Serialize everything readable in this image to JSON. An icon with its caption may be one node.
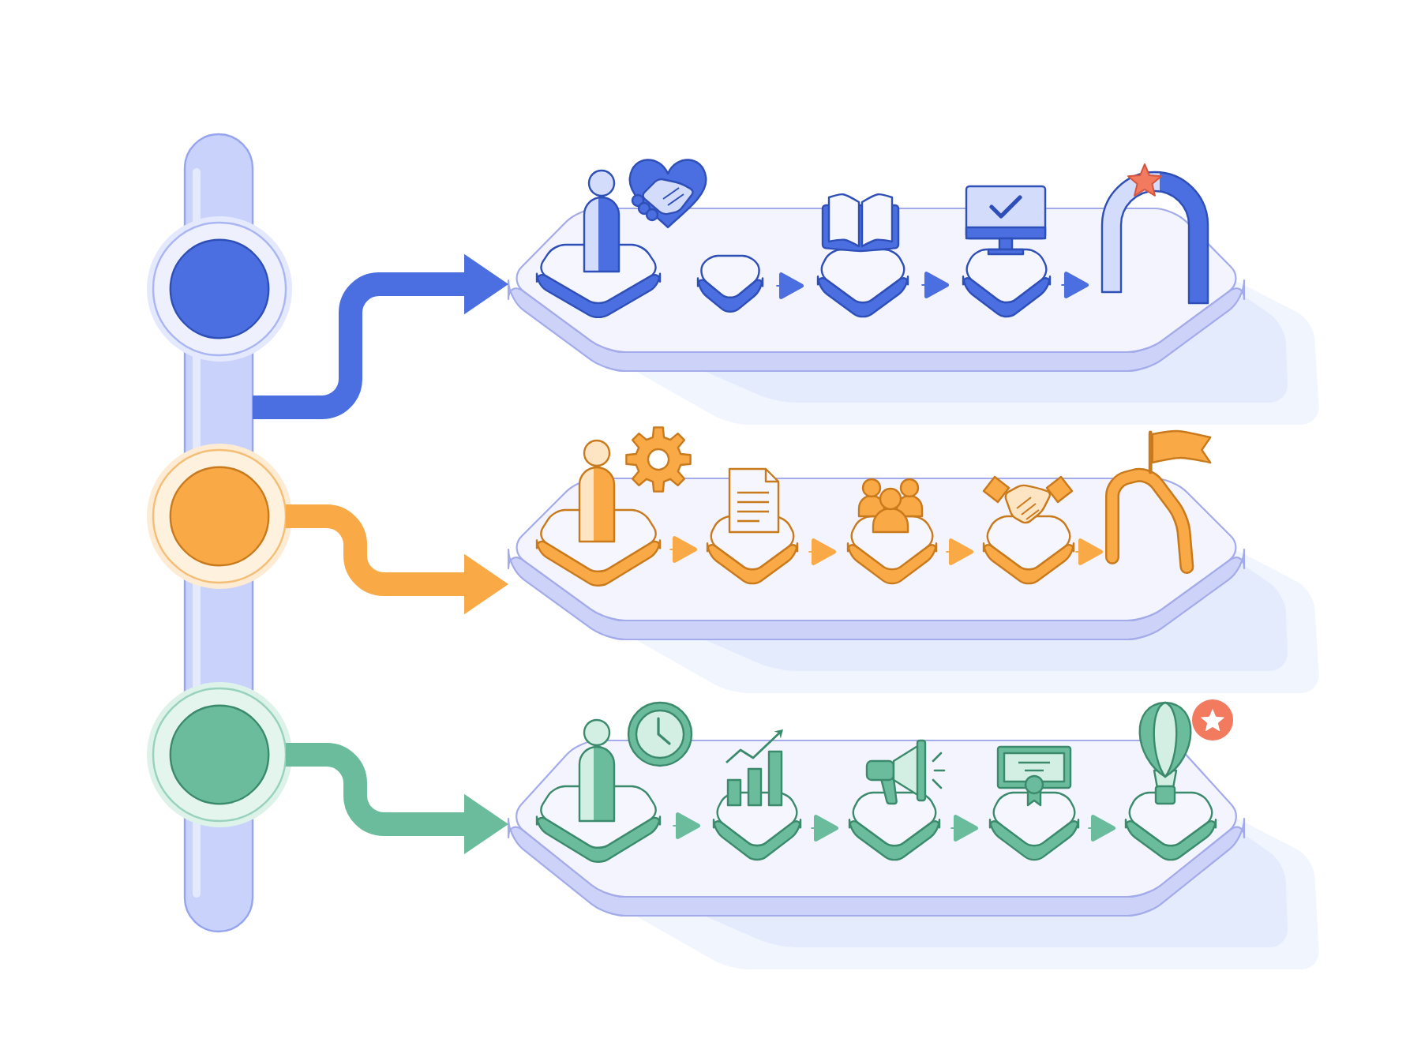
{
  "diagram": {
    "nodes": [
      {
        "text": [],
        "shape": "bar"
      },
      {
        "text": [],
        "shape": "circle"
      },
      {
        "text": [],
        "shape": "circle"
      },
      {
        "text": [],
        "shape": "circle"
      },
      {
        "text": [],
        "shape": "box"
      },
      {
        "text": [],
        "shape": "box",
        "in": 4
      },
      {
        "text": [],
        "shape": "box",
        "in": 4
      },
      {
        "text": [],
        "shape": "box",
        "in": 4
      },
      {
        "text": [],
        "shape": "box",
        "in": 4
      },
      {
        "text": [],
        "shape": "picture"
      },
      {
        "text": [],
        "shape": "box"
      },
      {
        "text": [],
        "shape": "box",
        "in": 10
      },
      {
        "text": [],
        "shape": "box",
        "in": 10
      },
      {
        "text": [],
        "shape": "box",
        "in": 10
      },
      {
        "text": [],
        "shape": "box",
        "in": 10
      },
      {
        "text": [],
        "shape": "picture"
      },
      {
        "text": [],
        "shape": "box"
      },
      {
        "text": [],
        "shape": "box",
        "in": 16
      },
      {
        "text": [],
        "shape": "box",
        "in": 16
      },
      {
        "text": [],
        "shape": "box",
        "in": 16
      },
      {
        "text": [],
        "shape": "box",
        "in": 16
      },
      {
        "text": [],
        "shape": "box",
        "in": 16
      }
    ],
    "edges": [
      {
        "from": 0,
        "to": 4,
        "arrow": "to",
        "style": "thick",
        "color": "#4b6fe0"
      },
      {
        "from": 6,
        "to": 7,
        "arrow": "to",
        "color": "#4b6fe0"
      },
      {
        "from": 7,
        "to": 8,
        "arrow": "to",
        "color": "#4b6fe0"
      },
      {
        "from": 8,
        "to": 9,
        "arrow": "to",
        "color": "#4b6fe0"
      },
      {
        "from": 2,
        "to": 10,
        "arrow": "to",
        "style": "thick",
        "color": "#f9a945"
      },
      {
        "from": 11,
        "to": 12,
        "arrow": "to",
        "color": "#f9a945"
      },
      {
        "from": 12,
        "to": 13,
        "arrow": "to",
        "color": "#f9a945"
      },
      {
        "from": 13,
        "to": 14,
        "arrow": "to",
        "color": "#f9a945"
      },
      {
        "from": 14,
        "to": 15,
        "arrow": "to",
        "color": "#f9a945"
      },
      {
        "from": 3,
        "to": 16,
        "arrow": "to",
        "style": "thick",
        "color": "#6abc9c"
      },
      {
        "from": 17,
        "to": 18,
        "arrow": "to",
        "color": "#6abc9c"
      },
      {
        "from": 18,
        "to": 19,
        "arrow": "to",
        "color": "#6abc9c"
      },
      {
        "from": 19,
        "to": 20,
        "arrow": "to",
        "color": "#6abc9c"
      },
      {
        "from": 20,
        "to": 21,
        "arrow": "to",
        "color": "#6abc9c"
      }
    ]
  }
}
